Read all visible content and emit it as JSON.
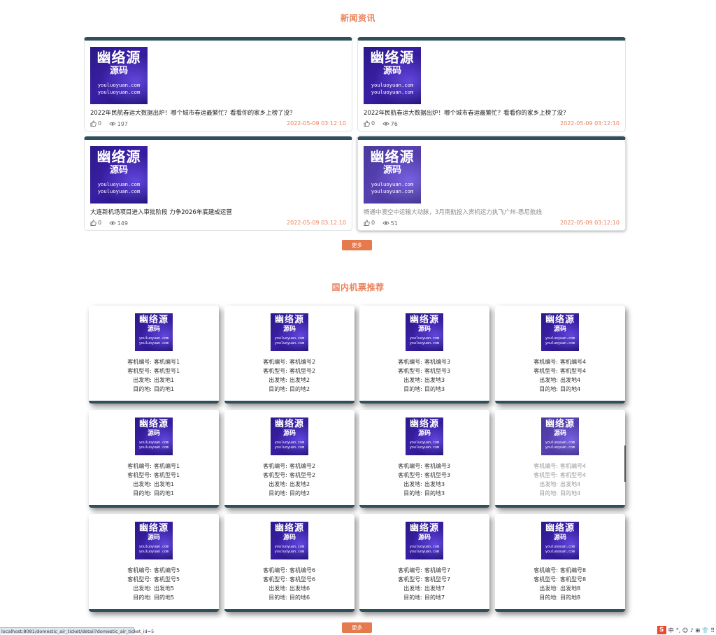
{
  "news": {
    "title": "新闻资讯",
    "more_label": "更多",
    "items": [
      {
        "title": "2022年民航春运大数据出炉！哪个城市春运最繁忙？看看你的家乡上榜了没？",
        "likes": "0",
        "views": "197",
        "date": "2022-05-09 03:12:10"
      },
      {
        "title": "2022年民航春运大数据出炉！哪个城市春运最繁忙？看看你的家乡上榜了没？",
        "likes": "0",
        "views": "76",
        "date": "2022-05-09 03:12:10"
      },
      {
        "title": "大连新机场项目进入审批阶段 力争2026年底建成运营",
        "likes": "0",
        "views": "149",
        "date": "2022-05-09 03:12:10"
      },
      {
        "title": "畅通中澳空中运输大动脉，3月南航投入货机运力执飞广州-悉尼航线",
        "likes": "0",
        "views": "51",
        "date": "2022-05-09 03:12:10"
      }
    ]
  },
  "logo": {
    "line1": "幽络源",
    "line2": "源码",
    "line3": "youluoyuan.com",
    "line4": "youluoyuan.com"
  },
  "tickets": {
    "title": "国内机票推荐",
    "more_label": "更多",
    "labels": {
      "flight_no": "客机编号:",
      "flight_type": "客机型号:",
      "origin": "出发地:",
      "destination": "目的地:"
    },
    "items": [
      {
        "flight_no": "客机编号1",
        "flight_type": "客机型号1",
        "origin": "出发地1",
        "destination": "目的地1"
      },
      {
        "flight_no": "客机编号2",
        "flight_type": "客机型号2",
        "origin": "出发地2",
        "destination": "目的地2"
      },
      {
        "flight_no": "客机编号3",
        "flight_type": "客机型号3",
        "origin": "出发地3",
        "destination": "目的地3"
      },
      {
        "flight_no": "客机编号4",
        "flight_type": "客机型号4",
        "origin": "出发地4",
        "destination": "目的地4"
      },
      {
        "flight_no": "客机编号1",
        "flight_type": "客机型号1",
        "origin": "出发地1",
        "destination": "目的地1"
      },
      {
        "flight_no": "客机编号2",
        "flight_type": "客机型号2",
        "origin": "出发地2",
        "destination": "目的地2"
      },
      {
        "flight_no": "客机编号3",
        "flight_type": "客机型号3",
        "origin": "出发地3",
        "destination": "目的地3"
      },
      {
        "flight_no": "客机编号4",
        "flight_type": "客机型号4",
        "origin": "出发地4",
        "destination": "目的地4"
      },
      {
        "flight_no": "客机编号5",
        "flight_type": "客机型号5",
        "origin": "出发地5",
        "destination": "目的地5"
      },
      {
        "flight_no": "客机编号6",
        "flight_type": "客机型号6",
        "origin": "出发地6",
        "destination": "目的地6"
      },
      {
        "flight_no": "客机编号7",
        "flight_type": "客机型号7",
        "origin": "出发地7",
        "destination": "目的地7"
      },
      {
        "flight_no": "客机编号8",
        "flight_type": "客机型号8",
        "origin": "出发地8",
        "destination": "目的地8"
      }
    ]
  },
  "status_bar": {
    "url": "localhost:8081/domestic_air_ticket/detail?domestic_air_ticket_id=5"
  },
  "ime": {
    "logo": "S",
    "lang": "中",
    "items": "°, ☺ ♪ ⊞ 👕 ⠿"
  },
  "colors": {
    "accent": "#e8825a",
    "button": "#e57a4e",
    "card_border": "#2f4f5b"
  }
}
